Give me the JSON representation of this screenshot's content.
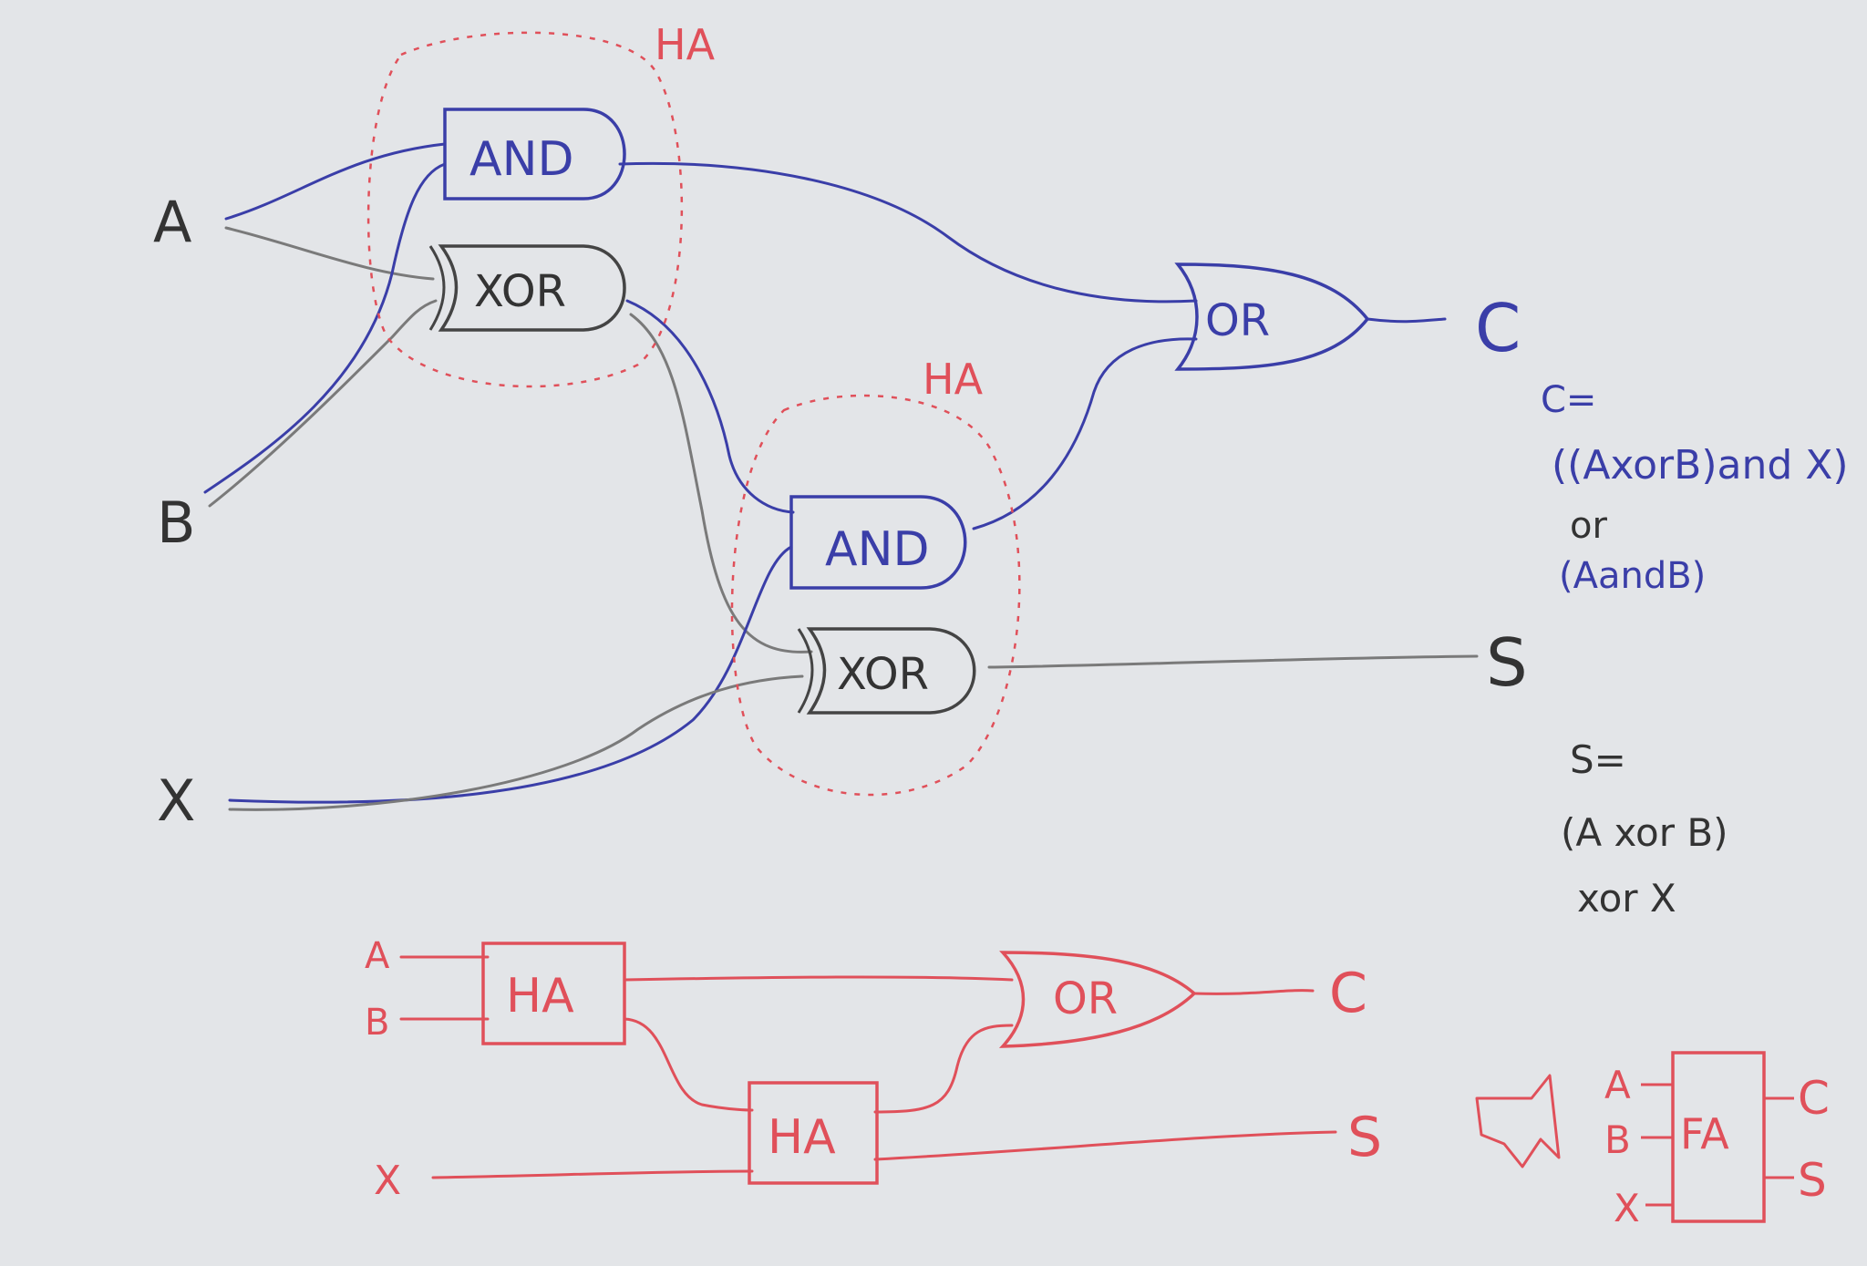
{
  "colors": {
    "paper": "#e3e5e8",
    "black_ink": "#333333",
    "gray_ink": "#7a7a7a",
    "blue_ink": "#3a3ea8",
    "red_ink": "#e0505a"
  },
  "top_circuit": {
    "inputs": {
      "a": "A",
      "b": "B",
      "x": "X"
    },
    "gates": {
      "and1": "AND",
      "xor1": "XOR",
      "and2": "AND",
      "xor2": "XOR",
      "or": "OR"
    },
    "ha_labels": [
      "HA",
      "HA"
    ],
    "outputs": {
      "c": "C",
      "s": "S"
    },
    "carry_formula": [
      "C=",
      "((AxorB)and X)",
      "or",
      "(AandB)"
    ],
    "sum_formula": [
      "S=",
      "(A xor B)",
      "xor X"
    ]
  },
  "bottom_circuit": {
    "inputs": {
      "a": "A",
      "b": "B",
      "x": "X"
    },
    "blocks": {
      "ha1": "HA",
      "ha2": "HA",
      "or": "OR"
    },
    "outputs": {
      "c": "C",
      "s": "S"
    }
  },
  "fa_block": {
    "label": "FA",
    "inputs": {
      "a": "A",
      "b": "B",
      "x": "X"
    },
    "outputs": {
      "c": "C",
      "s": "S"
    }
  }
}
